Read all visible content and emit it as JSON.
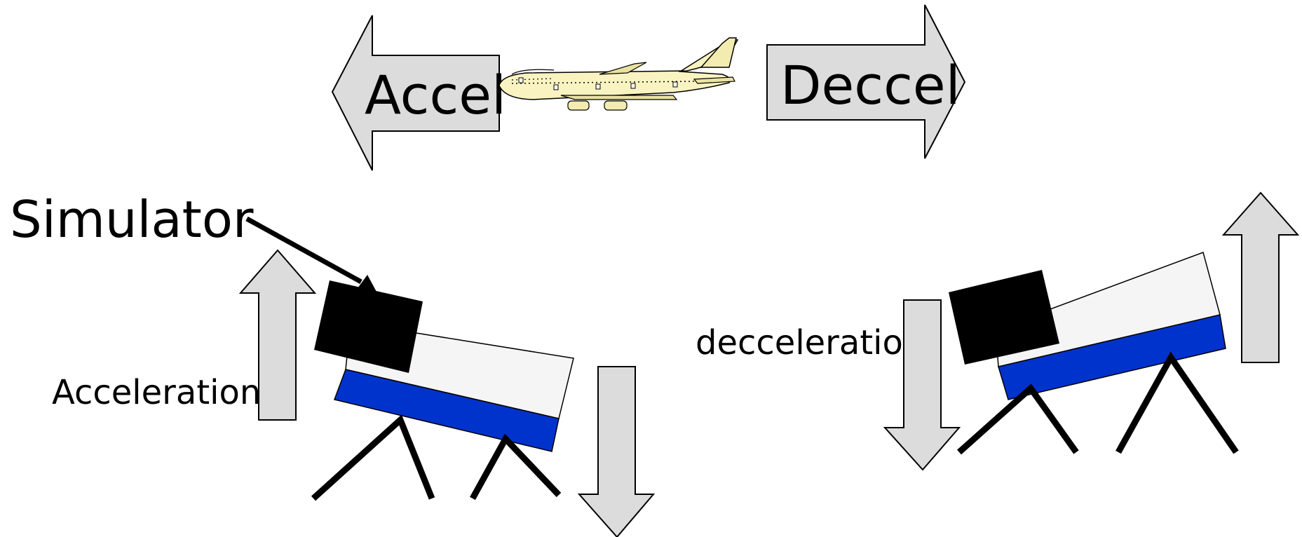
{
  "labels": {
    "accel": "Accel",
    "deccel": "Deccel",
    "simulator": "Simulator",
    "acceleration": "Acceleration",
    "decceleration": "decceleration"
  },
  "colors": {
    "arrow_fill": "#dcdcdc",
    "platform_top": "#f5f5f5",
    "platform_base": "#0033cc",
    "cabin": "#000000",
    "airplane_body": "#f8f3c0"
  },
  "icons": {
    "airplane": "airplane-icon"
  }
}
